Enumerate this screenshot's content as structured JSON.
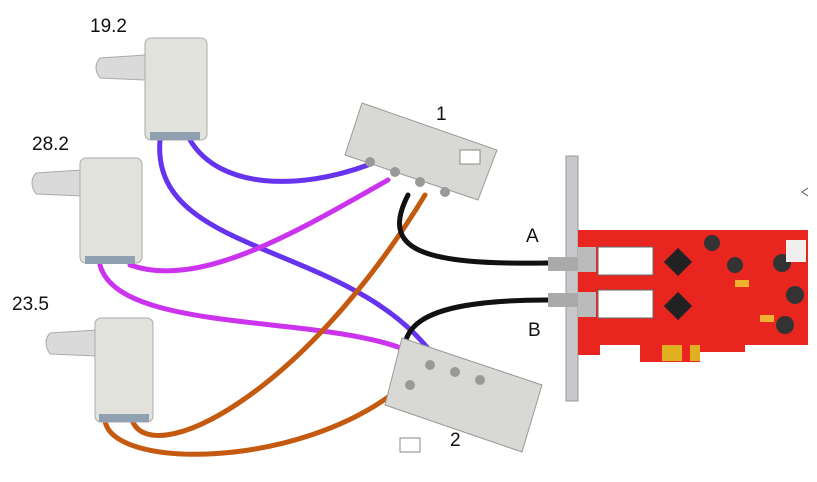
{
  "labels": {
    "lnb_1": "19.2",
    "lnb_2": "28.2",
    "lnb_3": "23.5",
    "switch_1": "1",
    "switch_2": "2",
    "port_a": "A",
    "port_b": "B"
  },
  "colors": {
    "blue_cable": "#6633ee",
    "purple_cable": "#cc33ee",
    "orange_cable": "#c45a10",
    "black_cable": "#111111",
    "card_red": "#e8261f"
  }
}
